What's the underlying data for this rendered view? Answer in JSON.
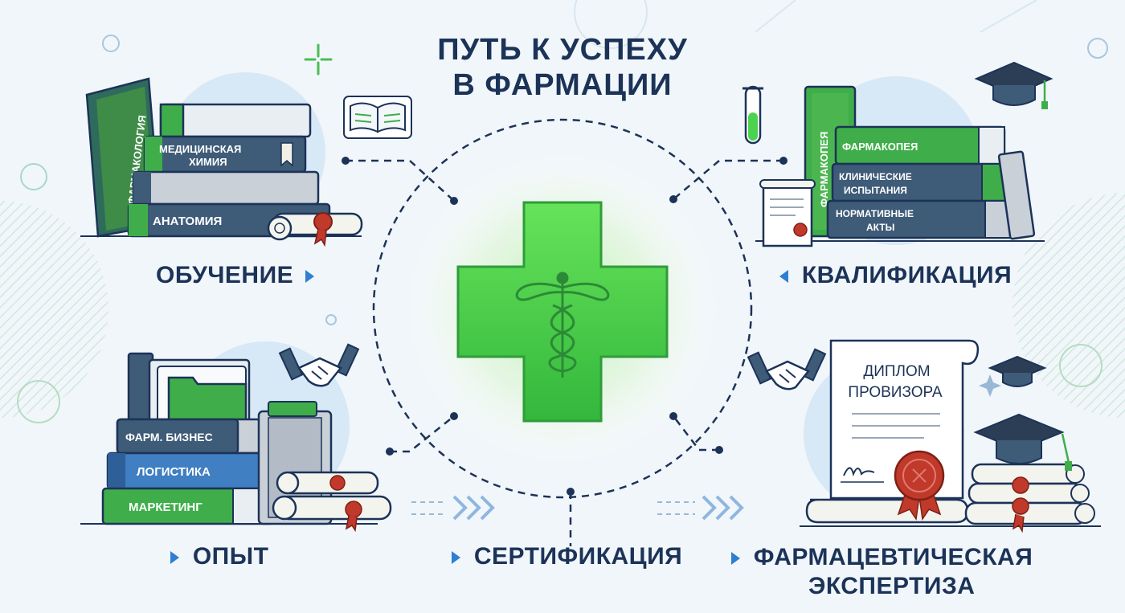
{
  "title": {
    "line1": "ПУТЬ К УСПЕХУ",
    "line2": "В ФАРМАЦИИ"
  },
  "stages": {
    "education": "ОБУЧЕНИЕ",
    "qualification": "КВАЛИФИКАЦИЯ",
    "experience": "ОПЫТ",
    "certification": "СЕРТИФИКАЦИЯ",
    "expertise_line1": "ФАРМАЦЕВТИЧЕСКАЯ",
    "expertise_line2": "ЭКСПЕРТИЗА"
  },
  "books": {
    "education": {
      "spine": "ФАРМАКОЛОГИЯ",
      "b1_line1": "МЕДИЦИНСКАЯ",
      "b1_line2": "ХИМИЯ",
      "b2": "АНАТОМИЯ"
    },
    "qualification": {
      "spine": "ФАРМАКОПЕЯ",
      "b1": "ФАРМАКОПЕЯ",
      "b2_line1": "КЛИНИЧЕСКИЕ",
      "b2_line2": "ИСПЫТАНИЯ",
      "b3_line1": "НОРМАТИВНЫЕ",
      "b3_line2": "АКТЫ"
    },
    "experience": {
      "b1": "ФАРМ. БИЗНЕС",
      "b2": "ЛОГИСТИКА",
      "b3": "МАРКЕТИНГ"
    }
  },
  "diploma": {
    "line1": "ДИПЛОМ",
    "line2": "ПРОВИЗОРА"
  },
  "colors": {
    "navy": "#1c3358",
    "green": "#3fae4a",
    "bright_green": "#4bd34f",
    "blue": "#2f7fd0",
    "slate": "#3e5b78"
  }
}
